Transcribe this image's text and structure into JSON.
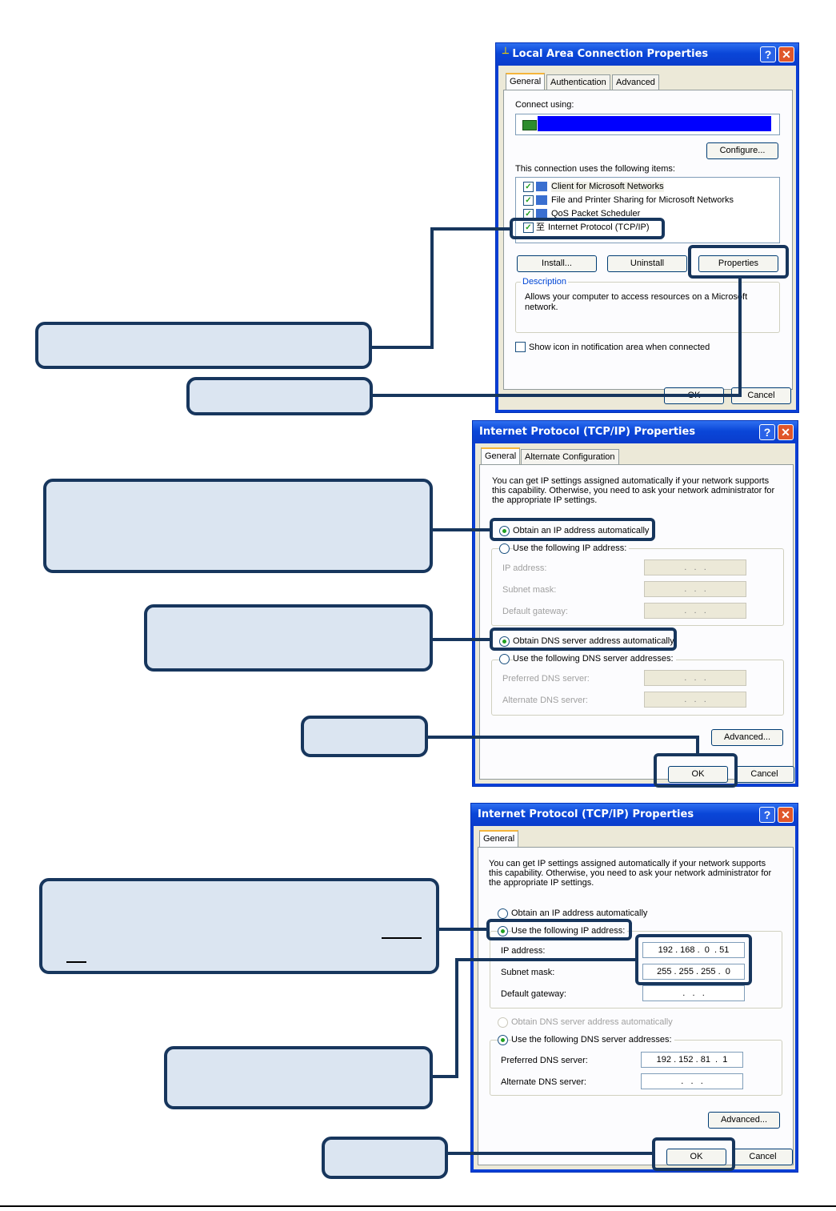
{
  "lan": {
    "title": "Local Area Connection Properties",
    "tabs": [
      "General",
      "Authentication",
      "Advanced"
    ],
    "connect_using": "Connect using:",
    "configure": "Configure...",
    "items_label": "This connection uses the following items:",
    "items": [
      "Client for Microsoft Networks",
      "File and Printer Sharing for Microsoft Networks",
      "QoS Packet Scheduler",
      "Internet Protocol (TCP/IP)"
    ],
    "install": "Install...",
    "uninstall": "Uninstall",
    "properties": "Properties",
    "description_title": "Description",
    "description": "Allows your computer to access resources on a Microsoft network.",
    "show_icon": "Show icon in notification area when connected",
    "ok": "OK",
    "cancel": "Cancel"
  },
  "tcp1": {
    "title": "Internet Protocol (TCP/IP) Properties",
    "tabs": [
      "General",
      "Alternate Configuration"
    ],
    "intro": "You can get IP settings assigned automatically if your network supports this capability. Otherwise, you need to ask your network administrator for the appropriate IP settings.",
    "obtain_ip": "Obtain an IP address automatically",
    "use_ip": "Use the following IP address:",
    "ip_label": "IP address:",
    "mask_label": "Subnet mask:",
    "gw_label": "Default gateway:",
    "empty_ip": " .   .   . ",
    "obtain_dns": "Obtain DNS server address automatically",
    "use_dns": "Use the following DNS server addresses:",
    "pref_dns": "Preferred DNS server:",
    "alt_dns": "Alternate DNS server:",
    "advanced": "Advanced...",
    "ok": "OK",
    "cancel": "Cancel"
  },
  "tcp2": {
    "title": "Internet Protocol (TCP/IP) Properties",
    "tabs": [
      "General"
    ],
    "intro": "You can get IP settings assigned automatically if your network supports this capability. Otherwise, you need to ask your network administrator for the appropriate IP settings.",
    "obtain_ip": "Obtain an IP address automatically",
    "use_ip": "Use the following IP address:",
    "ip_label": "IP address:",
    "ip_value": "192 . 168 .  0  . 51",
    "mask_label": "Subnet mask:",
    "mask_value": "255 . 255 . 255 .  0",
    "gw_label": "Default gateway:",
    "empty_ip": " .   .   . ",
    "obtain_dns": "Obtain DNS server address automatically",
    "use_dns": "Use the following DNS server addresses:",
    "pref_dns": "Preferred DNS server:",
    "pref_value": "192 . 152 . 81  .  1",
    "alt_dns": "Alternate DNS server:",
    "advanced": "Advanced...",
    "ok": "OK",
    "cancel": "Cancel"
  },
  "colors": {
    "callout_fill": "#dbe5f1",
    "callout_border": "#17365d",
    "xp_blue": "#0a3fd6"
  }
}
